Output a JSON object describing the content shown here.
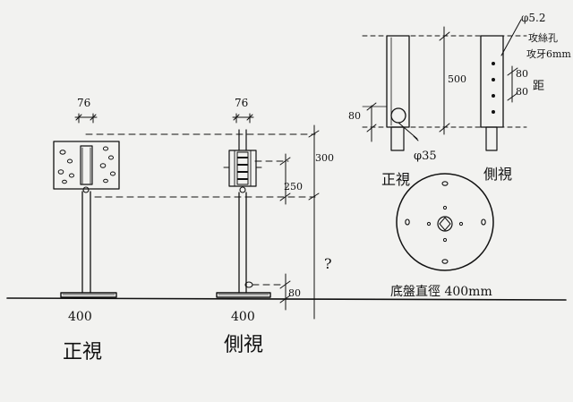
{
  "colors": {
    "ink": "#111111",
    "paper": "#f2f2f0"
  },
  "front_view": {
    "caption": "正視",
    "base_width": "400",
    "pipe_diameter": "76"
  },
  "side_view": {
    "caption": "側視",
    "base_width": "400",
    "pipe_diameter": "76",
    "dim_top": "300",
    "dim_mid": "250",
    "dim_bottom": "80",
    "question_mark": "?"
  },
  "detail_view": {
    "dim_height": "500",
    "dim_left": "80",
    "hole_spec": "φ5.2",
    "hole_label_line1": "攻絲孔",
    "hole_label_line2": "攻牙6mm",
    "spacing_a": "80",
    "spacing_b": "80",
    "spacing_label": "距",
    "bottom_diameter": "φ35",
    "front_caption": "正視",
    "side_caption": "側視"
  },
  "base_plate": {
    "label": "底盤直徑 400mm"
  }
}
